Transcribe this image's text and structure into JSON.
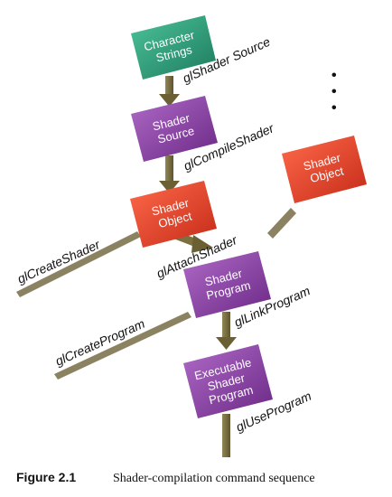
{
  "nodes": {
    "character_strings": {
      "lines": [
        "Character",
        "Strings"
      ],
      "color": "#2e9a78"
    },
    "shader_source": {
      "lines": [
        "Shader",
        "Source"
      ],
      "color": "#8a3aa2"
    },
    "shader_object_main": {
      "lines": [
        "Shader",
        "Object"
      ],
      "color": "#e0422c"
    },
    "shader_object_side": {
      "lines": [
        "Shader",
        "Object"
      ],
      "color": "#e0422c"
    },
    "shader_program": {
      "lines": [
        "Shader",
        "Program"
      ],
      "color": "#8a3aa2"
    },
    "executable_program": {
      "lines": [
        "Executable",
        "Shader",
        "Program"
      ],
      "color": "#8a3aa2"
    }
  },
  "commands": {
    "shader_source": "glShader Source",
    "compile_shader": "glCompileShader",
    "create_shader": "glCreateShader",
    "attach_shader": "glAttachShader",
    "create_program": "glCreateProgram",
    "link_program": "glLinkProgram",
    "use_program": "glUseProgram"
  },
  "arrow_color": "#7a7040",
  "ellipsis": [
    "•",
    "•",
    "•"
  ],
  "caption": {
    "label": "Figure 2.1",
    "text": "Shader-compilation command sequence"
  }
}
